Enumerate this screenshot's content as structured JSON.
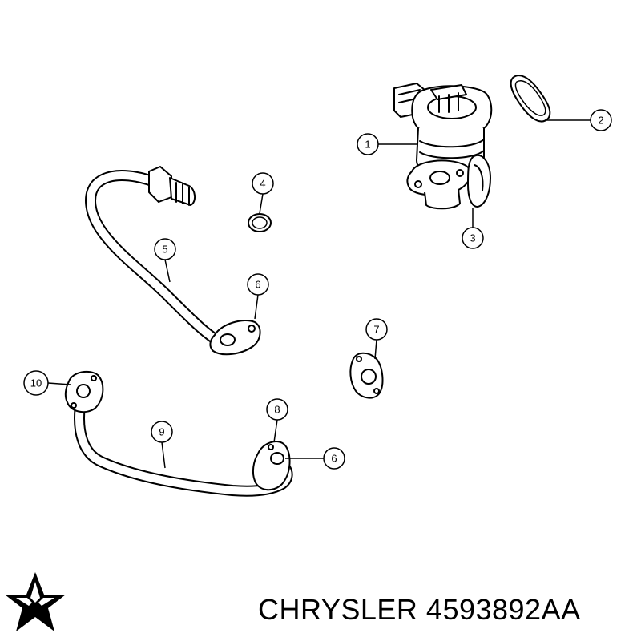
{
  "diagram": {
    "callouts": [
      {
        "id": "1"
      },
      {
        "id": "2"
      },
      {
        "id": "3"
      },
      {
        "id": "4"
      },
      {
        "id": "5"
      },
      {
        "id": "6"
      },
      {
        "id": "6"
      },
      {
        "id": "7"
      },
      {
        "id": "8"
      },
      {
        "id": "9"
      },
      {
        "id": "10"
      }
    ]
  },
  "caption": {
    "brand": "CHRYSLER",
    "part_number": "4593892AA"
  },
  "colors": {
    "line": "#000000",
    "background": "#ffffff"
  }
}
